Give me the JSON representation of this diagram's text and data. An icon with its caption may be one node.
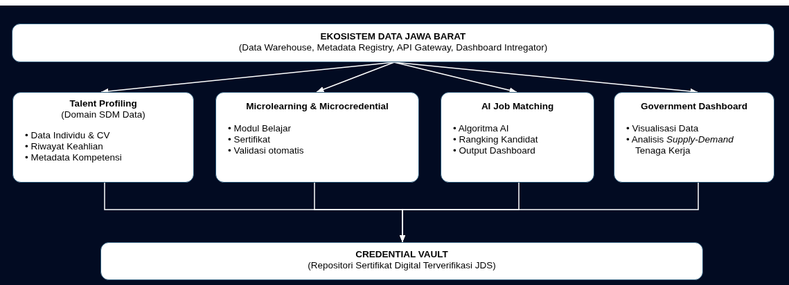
{
  "diagram": {
    "nodes": [
      {
        "text": [
          "EKOSISTEM DATA JAWA BARAT",
          "(Data Warehouse, Metadata Registry, API Gateway, Dashboard Intregator)"
        ]
      },
      {
        "text": [
          "Talent Profiling",
          "(Domain SDM Data)",
          "• Data Individu & CV",
          "• Riwayat Keahlian",
          "• Metadata Kompetensi"
        ]
      },
      {
        "text": [
          "Microlearning & Microcredential",
          "• Modul Belajar",
          "• Sertifikat",
          "• Validasi otomatis"
        ]
      },
      {
        "text": [
          "AI Job Matching",
          "• Algoritma AI",
          "• Rangking Kandidat",
          "• Output Dashboard"
        ]
      },
      {
        "text": [
          "Government Dashboard",
          "• Visualisasi Data",
          "• Analisis *Supply-Demand* Tenaga Kerja"
        ]
      },
      {
        "text": [
          "CREDENTIAL VAULT",
          "(Repositori Sertifikat Digital Terverifikasi JDS)"
        ]
      }
    ],
    "edges": [
      {
        "from": 0,
        "to": 1,
        "arrow": "to"
      },
      {
        "from": 0,
        "to": 2,
        "arrow": "to"
      },
      {
        "from": 0,
        "to": 3,
        "arrow": "to"
      },
      {
        "from": 0,
        "to": 4,
        "arrow": "to"
      },
      {
        "from": 1,
        "to": 5,
        "arrow": "to"
      },
      {
        "from": 2,
        "to": 5,
        "arrow": "to"
      },
      {
        "from": 3,
        "to": 5,
        "arrow": "to"
      },
      {
        "from": 4,
        "to": 5,
        "arrow": "to"
      }
    ]
  }
}
